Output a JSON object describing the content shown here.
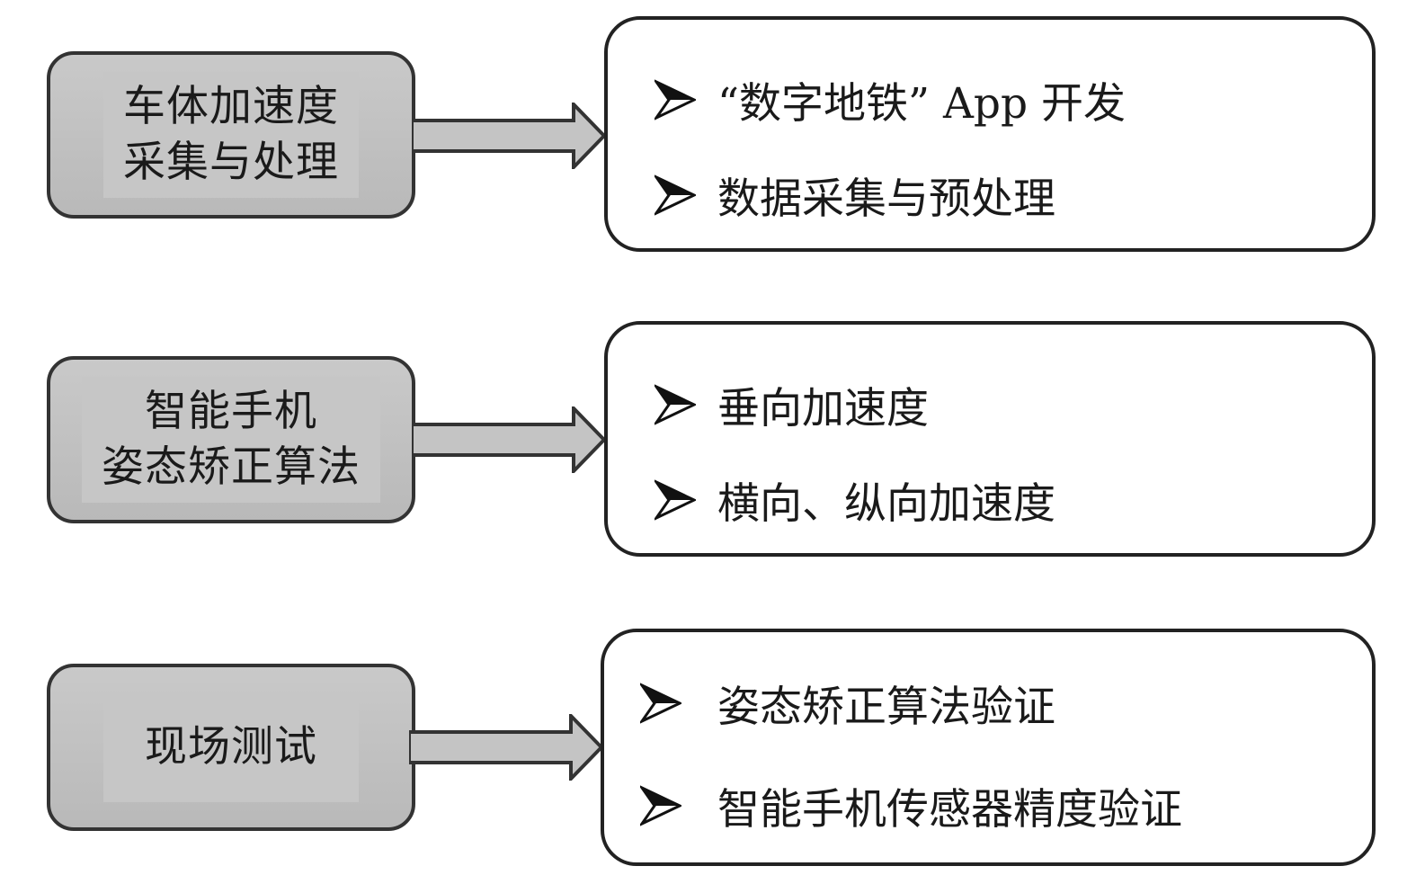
{
  "steps": [
    {
      "stage_lines": [
        "车体加速度",
        "采集与处理"
      ],
      "items": [
        "“数字地铁” App 开发",
        "数据采集与预处理"
      ]
    },
    {
      "stage_lines": [
        "智能手机",
        "姿态矫正算法"
      ],
      "items": [
        "垂向加速度",
        "横向、纵向加速度"
      ]
    },
    {
      "stage_lines": [
        "现场测试"
      ],
      "items": [
        "姿态矫正算法验证",
        "智能手机传感器精度验证"
      ]
    }
  ]
}
